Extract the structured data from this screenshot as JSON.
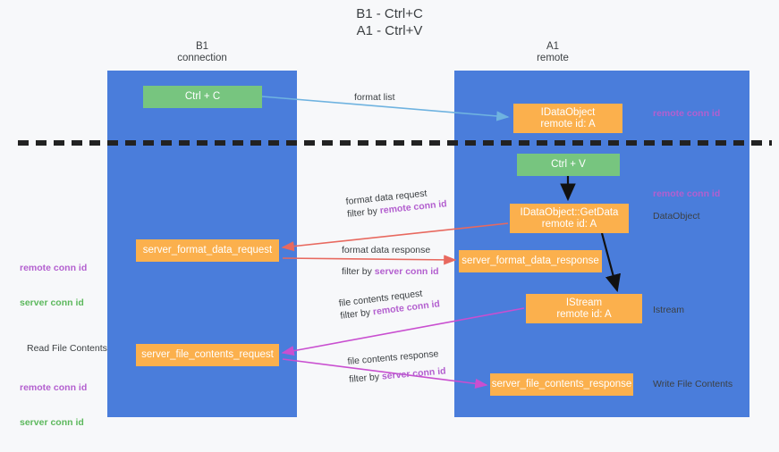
{
  "title": "B1 - Ctrl+C\nA1 - Ctrl+V",
  "lanes": {
    "b1": {
      "label": "B1\nconnection",
      "color": "#4a7ddb"
    },
    "a1": {
      "label": "A1\nremote",
      "color": "#4a7ddb"
    }
  },
  "colors": {
    "lane": "#4a7ddb",
    "green_node": "#77c57f",
    "orange_node": "#fbb04d",
    "remote_conn_id": "#b35fcf",
    "server_conn_id_legend": "#5cb85c",
    "arrow_blue": "#6fb3e0",
    "arrow_red": "#e8695f",
    "arrow_magenta": "#c94fd0",
    "arrow_black": "#111111",
    "text": "#3c4043",
    "background": "#f7f8fa"
  },
  "nodes": {
    "ctrl_c": "Ctrl + C",
    "idataobject": "IDataObject\nremote id: A",
    "ctrl_v": "Ctrl + V",
    "getdata": "IDataObject::GetData\nremote id: A",
    "server_format_data_request": "server_format_data_request",
    "server_format_data_response": "server_format_data_response",
    "istream": "IStream\nremote id: A",
    "server_file_contents_request": "server_file_contents_request",
    "server_file_contents_response": "server_file_contents_response"
  },
  "edge_labels": {
    "format_list": "format list",
    "format_data_request": "format data request",
    "format_data_request_filter_prefix": "filter by ",
    "format_data_request_filter_key": "remote conn id",
    "format_data_response": "format data response",
    "format_data_response_filter_prefix": "filter by ",
    "format_data_response_filter_key": "server conn id",
    "file_contents_request": "file contents request",
    "file_contents_request_filter_prefix": "filter by ",
    "file_contents_request_filter_key": "remote conn id",
    "file_contents_response": "file contents response",
    "file_contents_response_filter_prefix": "filter by ",
    "file_contents_response_filter_key": "server conn id"
  },
  "side_labels": {
    "right_remote_conn_id_top": "remote conn id",
    "right_remote_conn_id_mid": "remote conn id",
    "right_dataobject": "DataObject",
    "right_istream": "Istream",
    "right_write_file_contents": "Write File Contents",
    "left_remote_conn_id_1": "remote conn id",
    "left_server_conn_id_1": "server conn id",
    "left_read_file_contents": "Read File Contents",
    "left_remote_conn_id_2": "remote conn id",
    "left_server_conn_id_2": "server conn id"
  }
}
